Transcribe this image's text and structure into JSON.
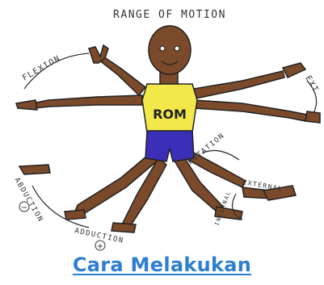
{
  "illustration": {
    "title": "RANGE OF MOTION",
    "shirt_text": "ROM",
    "labels": {
      "flexion": "FLEXION",
      "extension": "EXT",
      "abduction": "ABDUCTION",
      "adduction": "ADDUCTION",
      "rotation": "ROTATION",
      "external": "EXTERNAL",
      "internal": "INTERNAL",
      "minus_symbol": "−",
      "plus_symbol": "+"
    },
    "colors": {
      "skin": "#7a4a2a",
      "shirt": "#f2e84a",
      "shorts": "#3b2fb8",
      "outline": "#222222"
    }
  },
  "caption": {
    "text": "Cara Melakukan",
    "color": "#2e7fd0"
  }
}
